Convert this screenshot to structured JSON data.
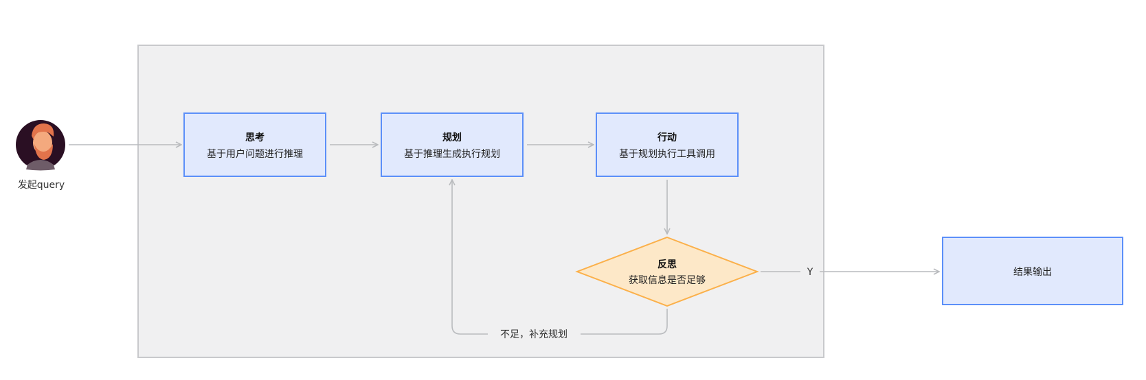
{
  "diagram": {
    "user": {
      "label": "发起query",
      "icon": "user-avatar-icon"
    },
    "nodes": {
      "think": {
        "title": "思考",
        "subtitle": "基于用户问题进行推理"
      },
      "plan": {
        "title": "规划",
        "subtitle": "基于推理生成执行规划"
      },
      "act": {
        "title": "行动",
        "subtitle": "基于规划执行工具调用"
      },
      "reflect": {
        "title": "反思",
        "subtitle": "获取信息是否足够"
      },
      "output": {
        "title": "结果输出"
      }
    },
    "edges": {
      "yes_label": "Y",
      "insufficient_label": "不足，补充规划"
    },
    "colors": {
      "loop_background": "#f0f0f1",
      "loop_border": "#c8c9cc",
      "box_fill": "#e1e9fd",
      "box_border": "#5b8ff9",
      "diamond_fill": "#fde8c8",
      "diamond_border": "#fbb04a",
      "edge": "#b9bbbe",
      "avatar_bg": "#2a0f23",
      "avatar_hair": "#e2734b",
      "avatar_skin": "#f4a97e"
    }
  }
}
